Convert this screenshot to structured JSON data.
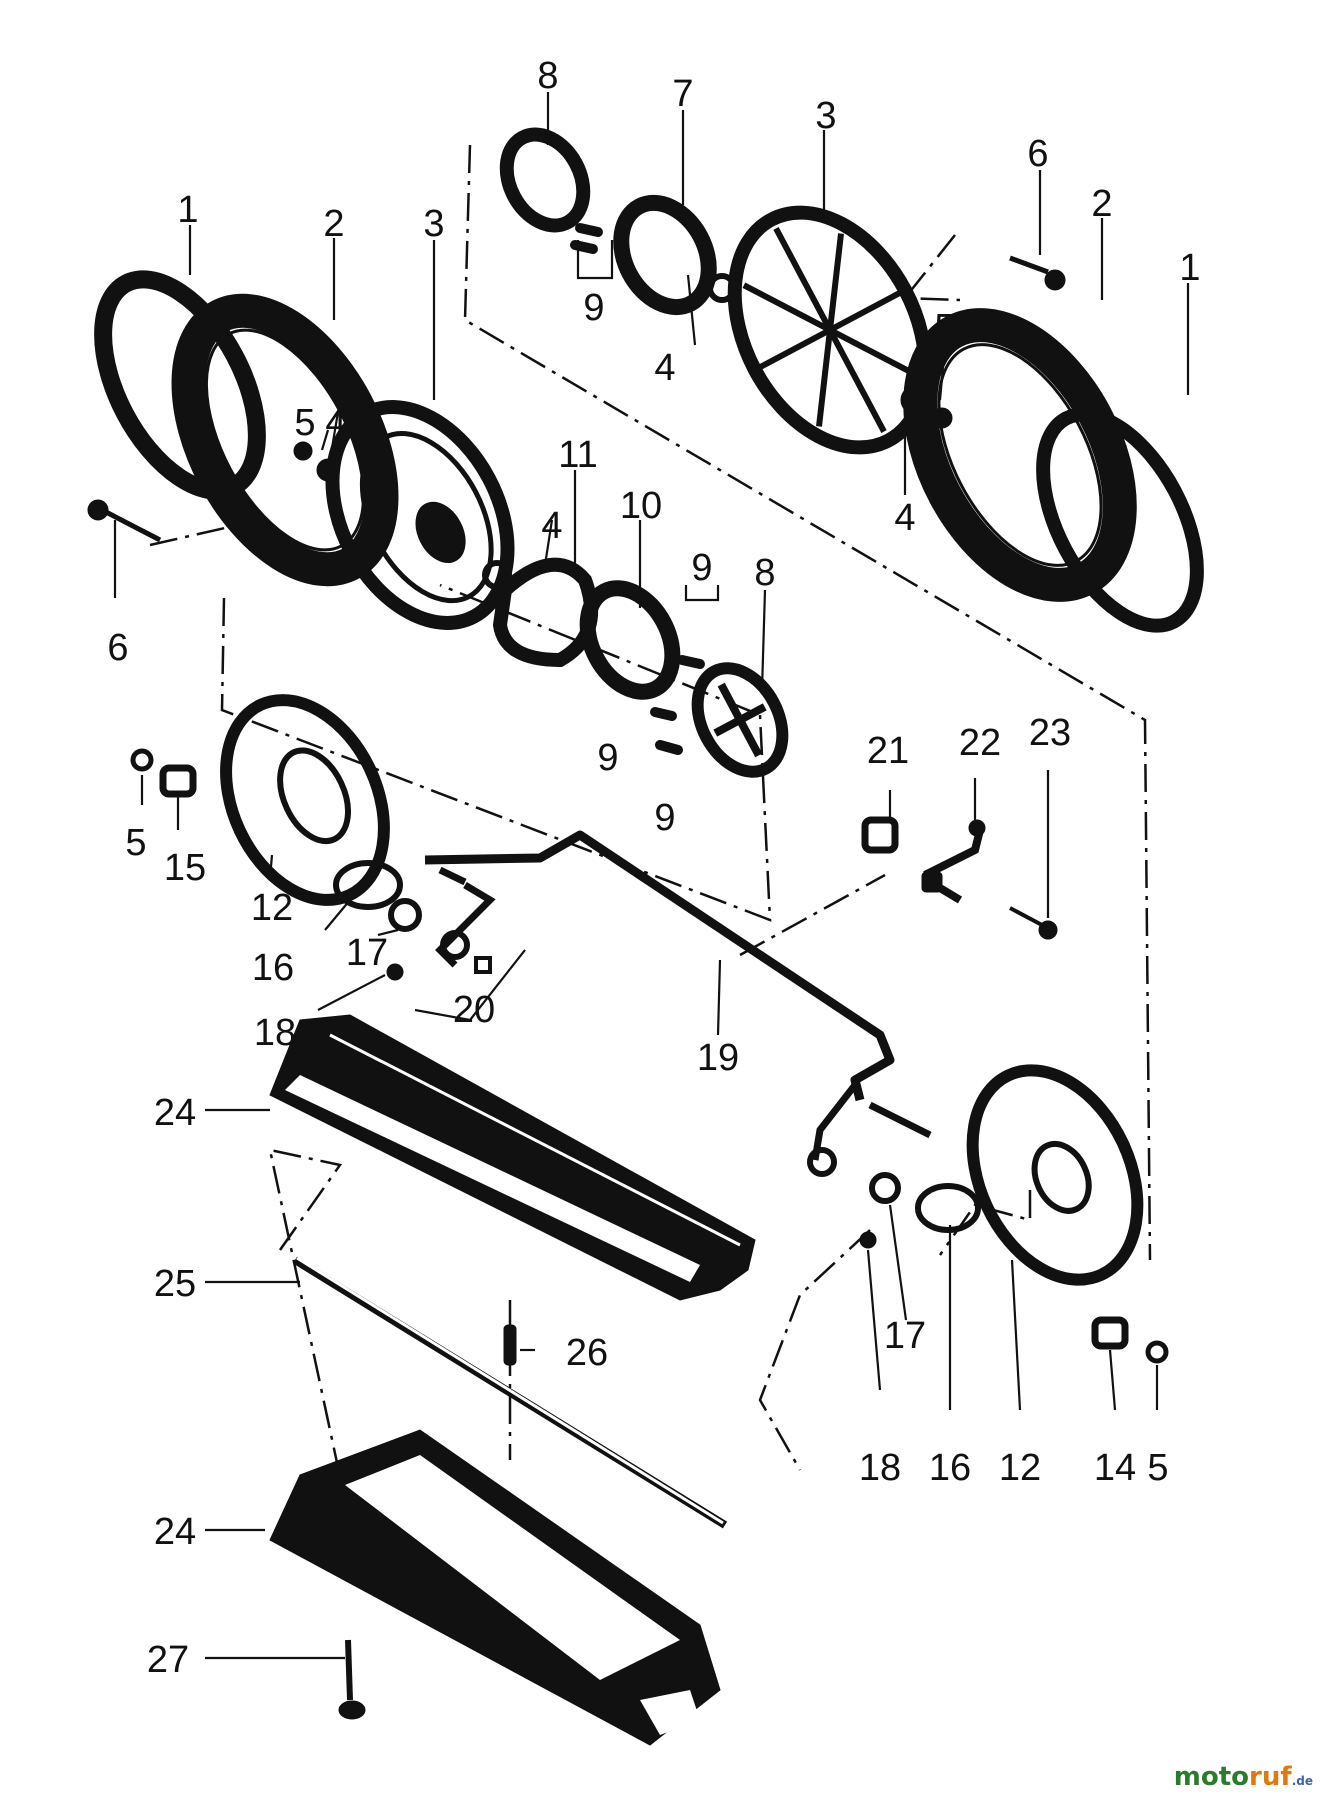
{
  "part_labels": [
    "1",
    "2",
    "3",
    "4",
    "5",
    "6",
    "7",
    "8",
    "9",
    "10",
    "11",
    "12",
    "14",
    "15",
    "16",
    "17",
    "18",
    "19",
    "20",
    "21",
    "22",
    "23",
    "24",
    "25",
    "26",
    "27"
  ],
  "watermark": {
    "brand_part1": "moto",
    "brand_part2": "ruf",
    "suffix": ".de"
  }
}
